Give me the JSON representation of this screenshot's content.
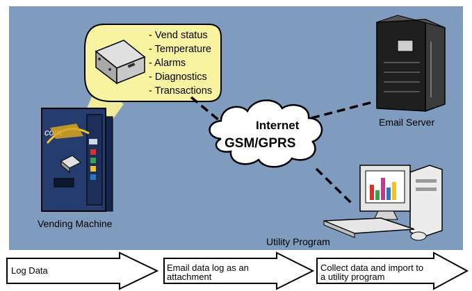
{
  "colors": {
    "background": "#7f9cbe",
    "callout": "#f8f3a0",
    "beam": "#f5ef96",
    "machine": "#243d6e",
    "cloud": "#ffffff",
    "arrow": "#ffffff"
  },
  "callout": {
    "items": [
      "- Vend status",
      "- Temperature",
      "- Alarms",
      "- Diagnostics",
      "- Transactions"
    ]
  },
  "cloud": {
    "line1": "Internet",
    "line2": "GSM/GPRS"
  },
  "vending_machine": {
    "label": "Vending Machine",
    "brand": "com"
  },
  "email_server": {
    "label": "Email Server"
  },
  "utility_program": {
    "label": "Utility Program"
  },
  "steps": [
    {
      "line1": "Log Data",
      "line2": ""
    },
    {
      "line1": "Email data log as an",
      "line2": "attachment"
    },
    {
      "line1": "Collect data and import to",
      "line2": "a utility program"
    }
  ],
  "icons": [
    "gsm-modem-icon",
    "vending-machine-icon",
    "server-rack-icon",
    "desktop-computer-icon",
    "cloud-icon"
  ]
}
